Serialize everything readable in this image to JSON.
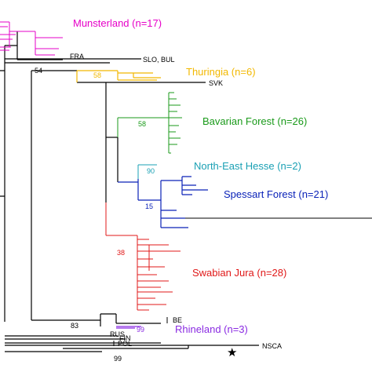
{
  "colors": {
    "black": "#000000",
    "munsterland": "#e600c8",
    "thuringia": "#f2b800",
    "bavarian_forest": "#1a9a1a",
    "north_east_hesse": "#1aa0b4",
    "spessart_forest": "#0a22b8",
    "swabian_jura": "#e01818",
    "rhineland": "#8a2be2"
  },
  "clades": {
    "munsterland": "Munsterland (n=17)",
    "thuringia": "Thuringia (n=6)",
    "bavarian_forest": "Bavarian Forest (n=26)",
    "north_east_hesse": "North-East Hesse (n=2)",
    "spessart_forest": "Spessart Forest (n=21)",
    "swabian_jura": "Swabian Jura (n=28)",
    "rhineland": "Rhineland (n=3)"
  },
  "taxa": {
    "fra": "FRA",
    "slo_bul": "SLO, BUL",
    "svk": "SVK",
    "be": "BE",
    "rus": "RUS",
    "fin": "FIN",
    "pol": "POL",
    "nsca": "NSCA",
    "star": "★"
  },
  "support": {
    "s54": "54",
    "s58_thuringia": "58",
    "s58_bavarian": "58",
    "s90": "90",
    "s15": "15",
    "s38": "38",
    "s83": "83",
    "s99": "99",
    "s_rhineland": "99"
  }
}
